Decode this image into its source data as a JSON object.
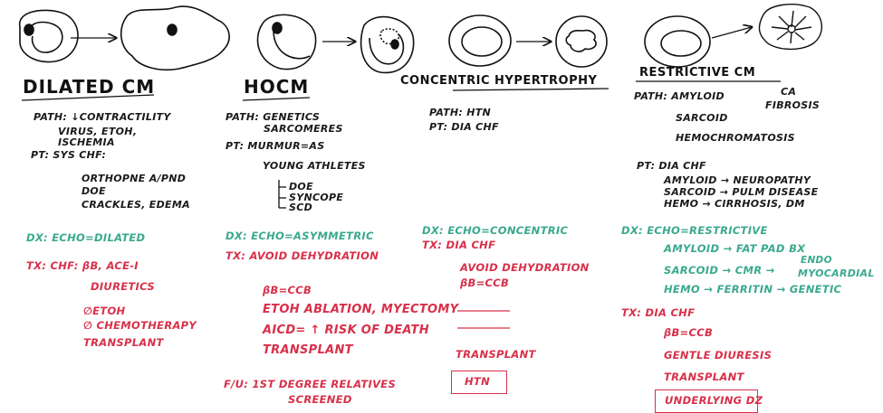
{
  "dilated": {
    "title": "DILATED CM",
    "path": "PATH: ↓CONTRACTILITY",
    "path_causes_1": "VIRUS, ETOH,",
    "path_causes_2": "ISCHEMIA",
    "pt": "PT: SYS CHF:",
    "pt_1": "ORTHOPNE A/PND",
    "pt_2": "DOE",
    "pt_3": "CRACKLES, EDEMA",
    "dx": "DX: ECHO=DILATED",
    "tx": "TX: CHF: βB, ACE-I",
    "tx_2": "DIURETICS",
    "tx_3": "∅ETOH",
    "tx_4": "∅ CHEMOTHERAPY",
    "tx_5": "TRANSPLANT"
  },
  "hocm": {
    "title": "HOCM",
    "path": "PATH: GENETICS",
    "path_2": "SARCOMERES",
    "pt": "PT: MURMUR=AS",
    "pt_2": "YOUNG ATHLETES",
    "pt_3": "DOE",
    "pt_4": "SYNCOPE",
    "pt_5": "SCD",
    "dx": "DX: ECHO=ASYMMETRIC",
    "tx": "TX: AVOID DEHYDRATION",
    "tx_2": "βB=CCB",
    "tx_3": "ETOH ABLATION, MYECTOMY",
    "tx_4": "AICD= ↑ RISK OF DEATH",
    "tx_5": "TRANSPLANT",
    "fu": "F/U: 1ST DEGREE RELATIVES",
    "fu_2": "SCREENED"
  },
  "concentric": {
    "title": "CONCENTRIC HYPERTROPHY",
    "path": "PATH: HTN",
    "pt": "PT: DIA CHF",
    "dx": "DX: ECHO=CONCENTRIC",
    "tx": "TX: DIA CHF",
    "tx_2": "AVOID DEHYDRATION",
    "tx_3": "βB=CCB",
    "tx_4": "TRANSPLANT",
    "tx_box": "HTN"
  },
  "restrictive": {
    "title": "RESTRICTIVE CM",
    "path": "PATH: AMYLOID",
    "path_ca": "CA",
    "path_fibrosis": "FIBROSIS",
    "path_2": "SARCOID",
    "path_3": "HEMOCHROMATOSIS",
    "pt": "PT: DIA CHF",
    "pt_1": "AMYLOID → NEUROPATHY",
    "pt_2": "SARCOID → PULM DISEASE",
    "pt_3": "HEMO → CIRRHOSIS, DM",
    "dx": "DX: ECHO=RESTRICTIVE",
    "dx_1": "AMYLOID → FAT PAD BX",
    "dx_2": "SARCOID → CMR →",
    "dx_2a": "ENDO",
    "dx_2b": "MYOCARDIAL",
    "dx_3": "HEMO → FERRITIN → GENETIC",
    "tx": "TX: DIA CHF",
    "tx_2": "βB=CCB",
    "tx_3": "GENTLE DIURESIS",
    "tx_4": "TRANSPLANT",
    "tx_box": "UNDERLYING DZ"
  },
  "colors": {
    "black": "#111111",
    "green": "#3aa98e",
    "red": "#d8304a"
  },
  "icons": [
    "heart-normal-icon",
    "heart-dilated-icon",
    "heart-hocm-icon",
    "heart-concentric-icon",
    "heart-restrictive-icon",
    "arrow-right-icon"
  ]
}
